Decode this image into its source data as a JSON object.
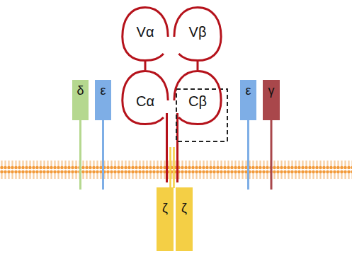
{
  "diagram": {
    "nodes": [
      {
        "text": [
          "Vα"
        ]
      },
      {
        "text": [
          "Vβ"
        ]
      },
      {
        "text": [
          "Cα"
        ]
      },
      {
        "text": [
          "Cβ"
        ]
      },
      {
        "text": [
          "δ"
        ]
      },
      {
        "text": [
          "ε"
        ]
      },
      {
        "text": [
          "ε"
        ]
      },
      {
        "text": [
          "γ"
        ]
      },
      {
        "text": [
          "ζ"
        ]
      },
      {
        "text": [
          "ζ"
        ]
      }
    ],
    "edges": [
      {
        "from": 0,
        "to": 2,
        "arrow": "none"
      },
      {
        "from": 1,
        "to": 3,
        "arrow": "none"
      }
    ]
  }
}
